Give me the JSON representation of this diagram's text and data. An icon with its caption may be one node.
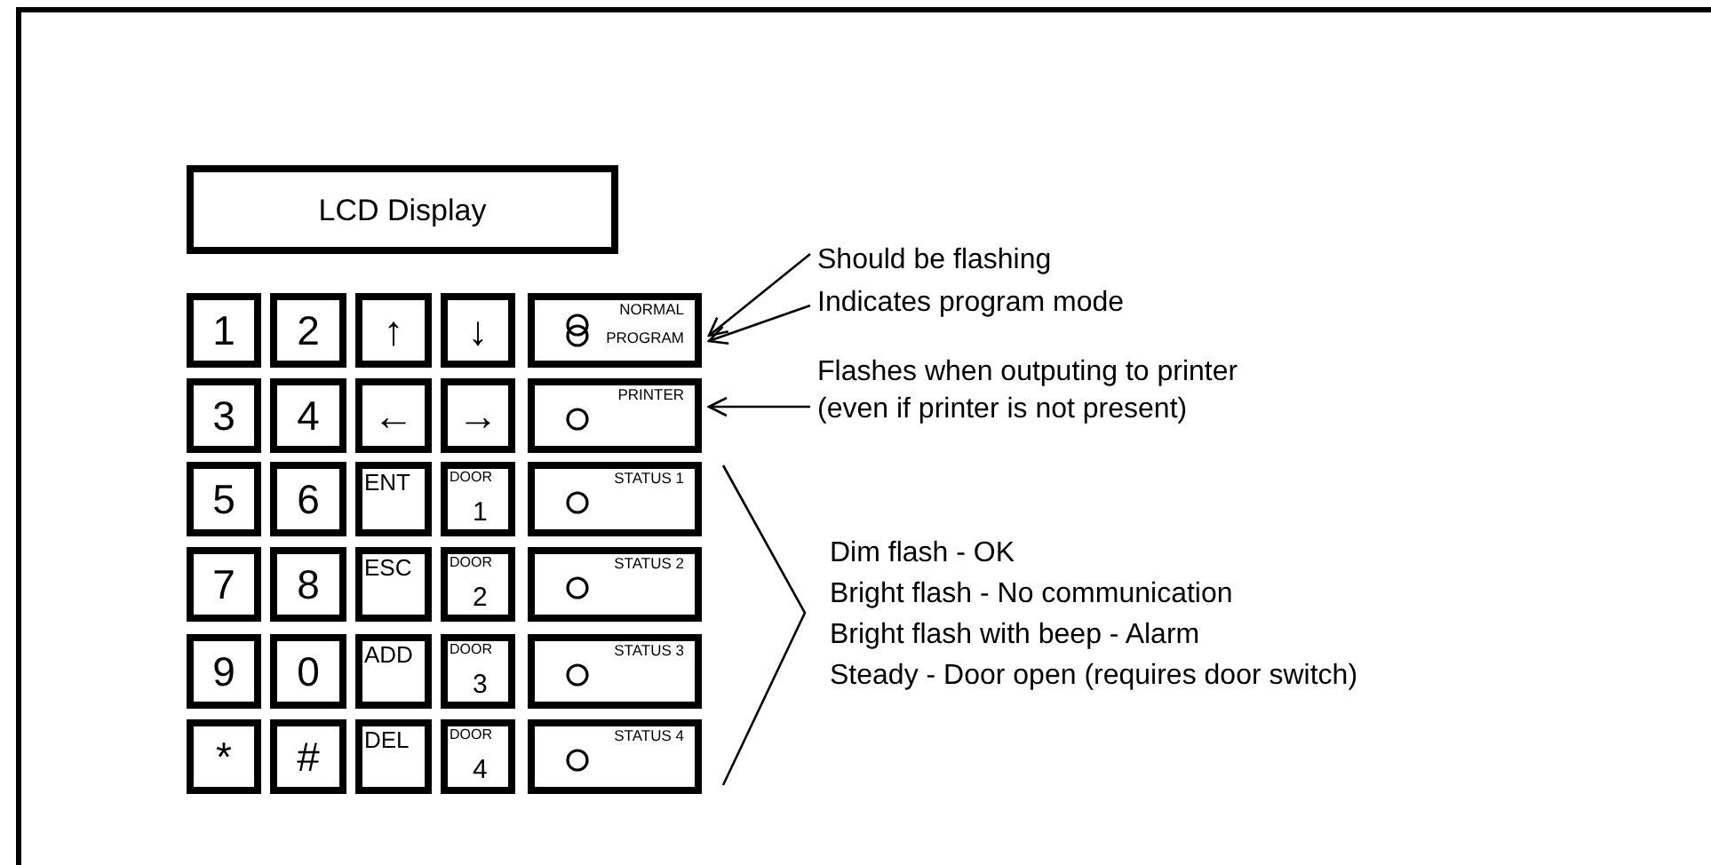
{
  "diagram": {
    "nodes": [
      {
        "text": [
          "LCD Display"
        ]
      },
      {
        "text": [
          "1"
        ]
      },
      {
        "text": [
          "2"
        ]
      },
      {
        "text": [
          "↑"
        ]
      },
      {
        "text": [
          "↓"
        ]
      },
      {
        "text": [
          "NORMAL",
          "PROGRAM"
        ]
      },
      {
        "text": [
          "3"
        ]
      },
      {
        "text": [
          "4"
        ]
      },
      {
        "text": [
          "←"
        ]
      },
      {
        "text": [
          "→"
        ]
      },
      {
        "text": [
          "PRINTER"
        ]
      },
      {
        "text": [
          "5"
        ]
      },
      {
        "text": [
          "6"
        ]
      },
      {
        "text": [
          "ENT"
        ]
      },
      {
        "text": [
          "DOOR",
          "1"
        ]
      },
      {
        "text": [
          "STATUS 1"
        ]
      },
      {
        "text": [
          "7"
        ]
      },
      {
        "text": [
          "8"
        ]
      },
      {
        "text": [
          "ESC"
        ]
      },
      {
        "text": [
          "DOOR",
          "2"
        ]
      },
      {
        "text": [
          "STATUS 2"
        ]
      },
      {
        "text": [
          "9"
        ]
      },
      {
        "text": [
          "0"
        ]
      },
      {
        "text": [
          "ADD"
        ]
      },
      {
        "text": [
          "DOOR",
          "3"
        ]
      },
      {
        "text": [
          "STATUS 3"
        ]
      },
      {
        "text": [
          "*"
        ]
      },
      {
        "text": [
          "#"
        ]
      },
      {
        "text": [
          "DEL"
        ]
      },
      {
        "text": [
          "DOOR",
          "4"
        ]
      },
      {
        "text": [
          "STATUS 4"
        ]
      },
      {
        "text": [
          "Should be flashing"
        ]
      },
      {
        "text": [
          "Indicates program mode"
        ]
      },
      {
        "text": [
          "Flashes when outputing to printer (even if printer is not present)"
        ]
      }
    ],
    "edges": [
      {
        "from": 31,
        "to": 5,
        "arrow": "to"
      },
      {
        "from": 32,
        "to": 5,
        "arrow": "to"
      },
      {
        "from": 33,
        "to": 10,
        "arrow": "to"
      }
    ],
    "labels": [
      "Dim flash - OK",
      "Bright flash - No communication",
      "Bright flash with beep - Alarm",
      "Steady - Door open (requires door switch)"
    ]
  }
}
